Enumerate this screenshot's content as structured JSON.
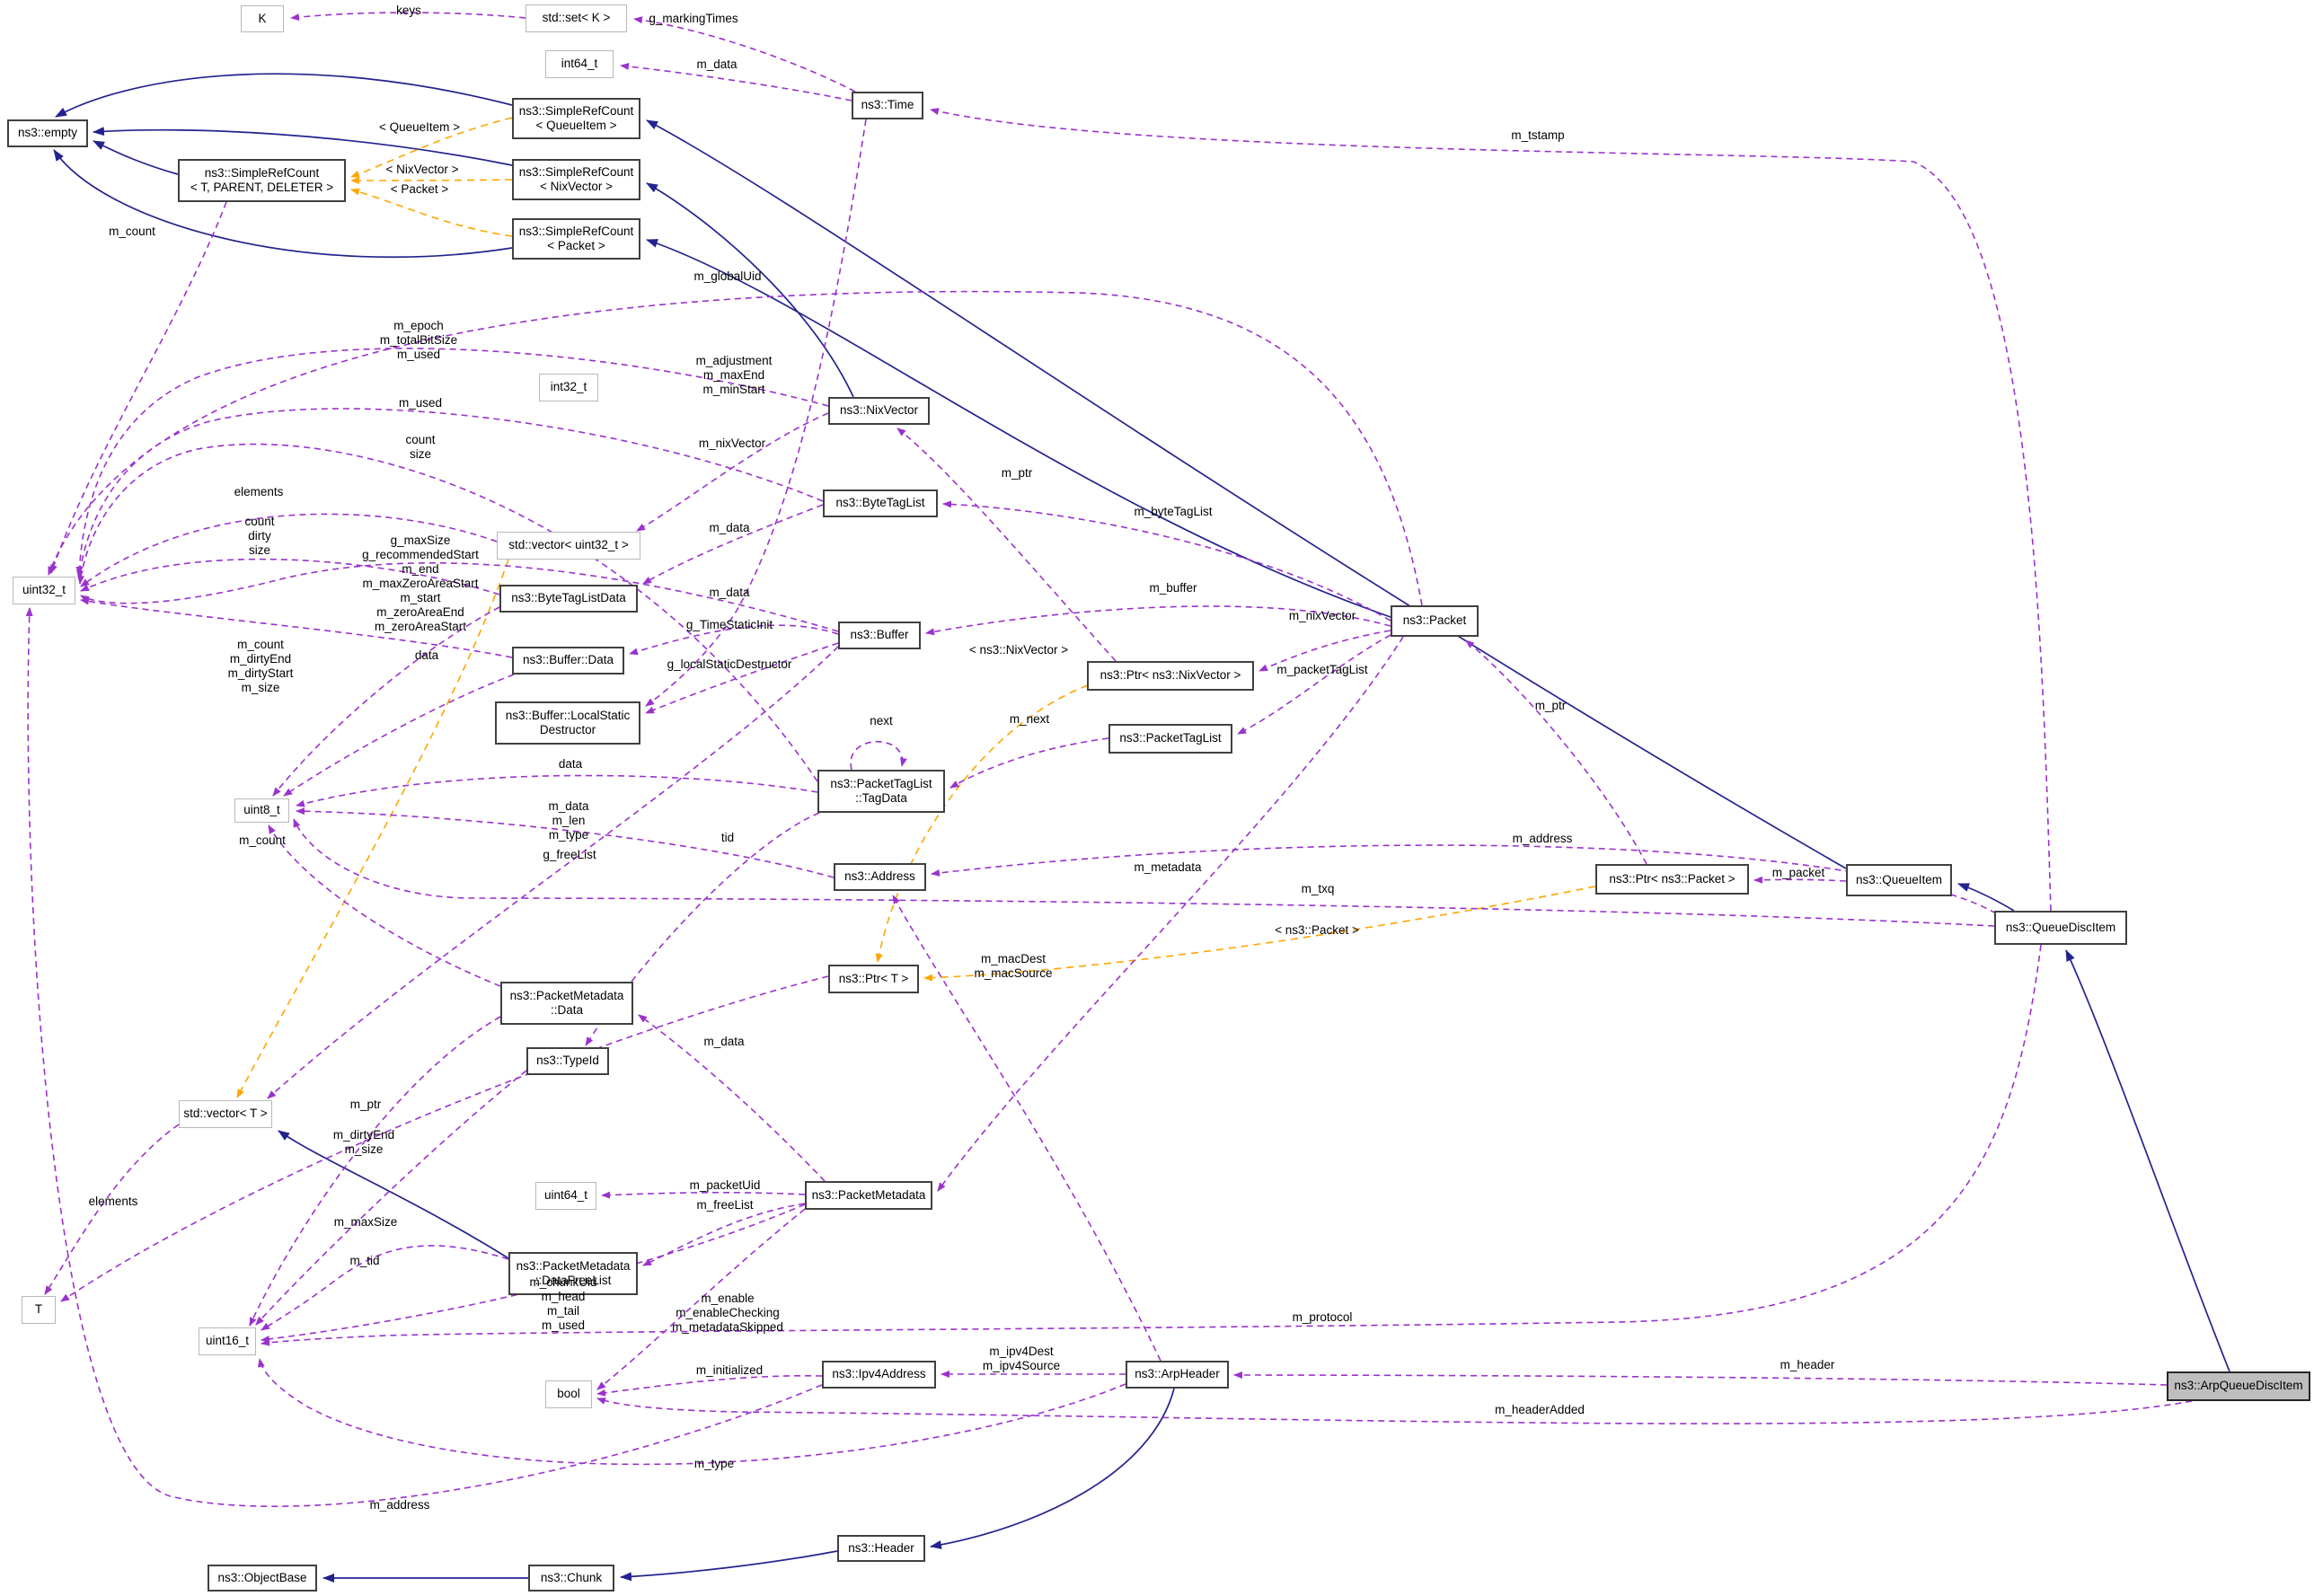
{
  "diagram": {
    "type": "collaboration-graph",
    "focus_class": "ns3::ArpQueueDiscItem",
    "colors": {
      "inheritance_edge": "#23238e",
      "usage_edge": "#9a32cd",
      "template_edge": "#ffa500",
      "class_border": "#404040",
      "primitive_border": "#b8b8b8",
      "focus_fill": "#bebebe"
    },
    "nodes": {
      "k": "K",
      "set_k": "std::set< K >",
      "int64": "int64_t",
      "time": "ns3::Time",
      "empty": "ns3::empty",
      "src_queueitem": "ns3::SimpleRefCount\n< QueueItem >",
      "src_t": "ns3::SimpleRefCount\n< T, PARENT, DELETER >",
      "src_nixvector": "ns3::SimpleRefCount\n< NixVector >",
      "src_packet": "ns3::SimpleRefCount\n< Packet >",
      "uint32": "uint32_t",
      "int32": "int32_t",
      "nixvector": "ns3::NixVector",
      "bytetaglist": "ns3::ByteTagList",
      "vec_uint32": "std::vector< uint32_t >",
      "bytetaglistdata": "ns3::ByteTagListData",
      "buffer": "ns3::Buffer",
      "buffer_data": "ns3::Buffer::Data",
      "buffer_lsd": "ns3::Buffer::LocalStatic\nDestructor",
      "ptr_nixvector": "ns3::Ptr< ns3::NixVector >",
      "packettaglist": "ns3::PacketTagList",
      "packet": "ns3::Packet",
      "tagdata": "ns3::PacketTagList\n::TagData",
      "address": "ns3::Address",
      "uint8": "uint8_t",
      "ptr_packet": "ns3::Ptr< ns3::Packet >",
      "queueitem": "ns3::QueueItem",
      "queuediscitem": "ns3::QueueDiscItem",
      "ptr_t": "ns3::Ptr< T >",
      "pm_data": "ns3::PacketMetadata\n::Data",
      "typeid": "ns3::TypeId",
      "vec_t": "std::vector< T >",
      "uint64": "uint64_t",
      "packetmetadata": "ns3::PacketMetadata",
      "pm_datafreelist": "ns3::PacketMetadata\n::DataFreeList",
      "t": "T",
      "uint16": "uint16_t",
      "bool": "bool",
      "ipv4address": "ns3::Ipv4Address",
      "arpheader": "ns3::ArpHeader",
      "arpqueuediscitem": "ns3::ArpQueueDiscItem",
      "header": "ns3::Header",
      "chunk": "ns3::Chunk",
      "objectbase": "ns3::ObjectBase"
    },
    "labels": {
      "keys": "keys",
      "g_markingTimes": "g_markingTimes",
      "m_data_time": "m_data",
      "m_tstamp": "m_tstamp",
      "tpl_queueitem": "< QueueItem >",
      "tpl_nixvector": "< NixVector >",
      "tpl_packet": "< Packet >",
      "m_count_src": "m_count",
      "m_globalUid": "m_globalUid",
      "nix_uint32": "m_epoch\nm_totalBitSize\nm_used",
      "btl_int32": "m_adjustment\nm_maxEnd\nm_minStart",
      "m_used_btl": "m_used",
      "m_nixVector_nv": "m_nixVector",
      "count_size": "count\nsize",
      "m_ptr_nix": "m_ptr",
      "m_byteTagList": "m_byteTagList",
      "elements_u32": "elements",
      "m_data_btl": "m_data",
      "count_dirty_size": "count\ndirty\nsize",
      "buffer_uint32": "g_maxSize\ng_recommendedStart\nm_end\nm_maxZeroAreaStart\nm_start\nm_zeroAreaEnd\nm_zeroAreaStart",
      "m_buffer": "m_buffer",
      "m_data_buffer": "m_data",
      "m_nixVector_pkt": "m_nixVector",
      "g_TimeStaticInit": "g_TimeStaticInit",
      "m_packetTagList": "m_packetTagList",
      "g_localStaticDestructor": "g_localStaticDestructor",
      "bufdata_uint32": "m_count\nm_dirtyEnd\nm_dirtyStart\nm_size",
      "data_btld": "data",
      "next": "next",
      "m_next": "m_next",
      "tpl_nsnix": "< ns3::NixVector >",
      "m_ptr_pkt": "m_ptr",
      "data_tag": "data",
      "addr_uint8": "m_data\nm_len\nm_type",
      "tid": "tid",
      "g_freeList": "g_freeList",
      "m_count_u8": "m_count",
      "m_metadata": "m_metadata",
      "m_address_qdi": "m_address",
      "m_packet": "m_packet",
      "m_txq": "m_txq",
      "tpl_nspacket": "< ns3::Packet >",
      "mac": "m_macDest\nm_macSource",
      "m_data_pm": "m_data",
      "m_ptr_t": "m_ptr",
      "pmdata_uint16": "m_dirtyEnd\nm_size",
      "elements_t": "elements",
      "m_maxSize": "m_maxSize",
      "m_tid": "m_tid",
      "m_packetUid": "m_packetUid",
      "m_freeList": "m_freeList",
      "pm_uint16": "m_chunkUid\nm_head\nm_tail\nm_used",
      "pm_bool": "m_enable\nm_enableChecking\nm_metadataSkipped",
      "m_initialized": "m_initialized",
      "ipv4_pair": "m_ipv4Dest\nm_ipv4Source",
      "m_protocol": "m_protocol",
      "m_header": "m_header",
      "m_headerAdded": "m_headerAdded",
      "m_type": "m_type",
      "m_address_ip": "m_address"
    }
  }
}
